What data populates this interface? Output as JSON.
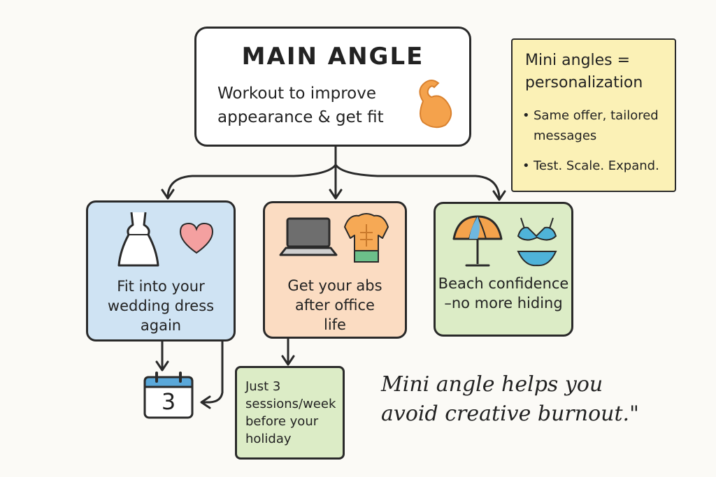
{
  "main": {
    "title": "MAIN ANGLE",
    "subtitle_line1": "Workout to improve",
    "subtitle_line2": "appearance & get fit",
    "icon": "flexed-biceps-icon"
  },
  "note": {
    "title_line1": "Mini angles =",
    "title_line2": "personalization",
    "bullets": [
      "Same offer, tailored messages",
      "Test. Scale. Expand."
    ],
    "color": "#fbf1b6"
  },
  "angles": [
    {
      "line1": "Fit into your",
      "line2": "wedding dress",
      "line3": "again",
      "icons": [
        "dress-icon",
        "heart-icon"
      ],
      "color": "#cfe3f3"
    },
    {
      "line1": "Get your abs",
      "line2": "after office",
      "line3": "life",
      "icons": [
        "laptop-icon",
        "torso-abs-icon"
      ],
      "color": "#fbdcc2"
    },
    {
      "line1": "Beach confidence",
      "line2": "–no more hiding",
      "icons": [
        "beach-umbrella-icon",
        "bikini-icon"
      ],
      "color": "#dcecc6"
    }
  ],
  "calendar": {
    "number": "3",
    "icon": "calendar-icon"
  },
  "sub_angle": {
    "line1": "Just 3",
    "line2": "sessions/week",
    "line3": "before your",
    "line4": "holiday",
    "color": "#dcecc6"
  },
  "quote": {
    "line1": "Mini angle helps you",
    "line2": "avoid creative burnout.\""
  }
}
